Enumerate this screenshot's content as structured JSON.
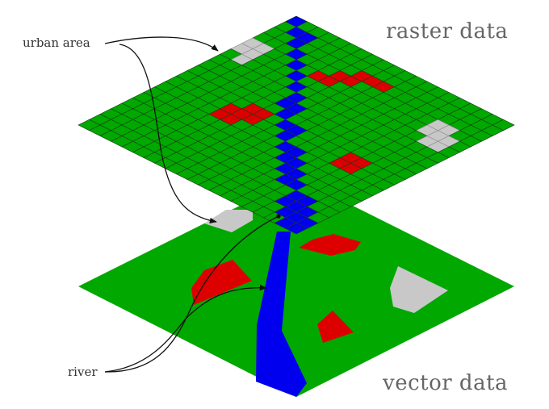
{
  "labels": {
    "raster_title": "raster data",
    "vector_title": "vector data",
    "urban_callout": "urban area",
    "river_callout": "river"
  },
  "colors": {
    "land": "#00a800",
    "water": "#0000ee",
    "built": "#dd0000",
    "urban": "#c8c8c8",
    "grid": "#1a3a1a"
  },
  "raster": {
    "grid_size": 20,
    "river_cells": [
      [
        0,
        0
      ],
      [
        1,
        1
      ],
      [
        2,
        1
      ],
      [
        2,
        2
      ],
      [
        3,
        3
      ],
      [
        4,
        4
      ],
      [
        5,
        5
      ],
      [
        6,
        6
      ],
      [
        7,
        7
      ],
      [
        7,
        8
      ],
      [
        8,
        8
      ],
      [
        8,
        9
      ],
      [
        9,
        10
      ],
      [
        10,
        10
      ],
      [
        10,
        11
      ],
      [
        11,
        12
      ],
      [
        12,
        12
      ],
      [
        12,
        13
      ],
      [
        13,
        13
      ],
      [
        13,
        14
      ],
      [
        14,
        14
      ],
      [
        14,
        15
      ],
      [
        15,
        15
      ],
      [
        16,
        16
      ],
      [
        16,
        17
      ],
      [
        17,
        17
      ],
      [
        17,
        18
      ],
      [
        18,
        18
      ],
      [
        18,
        19
      ],
      [
        19,
        19
      ],
      [
        19,
        18
      ],
      [
        18,
        17
      ],
      [
        17,
        16
      ]
    ],
    "urban_cells": [
      [
        0,
        4
      ],
      [
        1,
        4
      ],
      [
        0,
        5
      ],
      [
        1,
        5
      ],
      [
        1,
        6
      ],
      [
        16,
        3
      ],
      [
        17,
        3
      ],
      [
        16,
        4
      ],
      [
        17,
        4
      ],
      [
        18,
        4
      ],
      [
        17,
        5
      ],
      [
        18,
        5
      ]
    ],
    "built_cells": [
      [
        5,
        11
      ],
      [
        6,
        11
      ],
      [
        5,
        12
      ],
      [
        6,
        12
      ],
      [
        7,
        11
      ],
      [
        6,
        10
      ],
      [
        7,
        10
      ],
      [
        7,
        3
      ],
      [
        8,
        3
      ],
      [
        8,
        2
      ],
      [
        9,
        2
      ],
      [
        7,
        4
      ],
      [
        6,
        4
      ],
      [
        10,
        2
      ],
      [
        15,
        10
      ],
      [
        16,
        10
      ],
      [
        15,
        11
      ],
      [
        16,
        11
      ]
    ]
  }
}
